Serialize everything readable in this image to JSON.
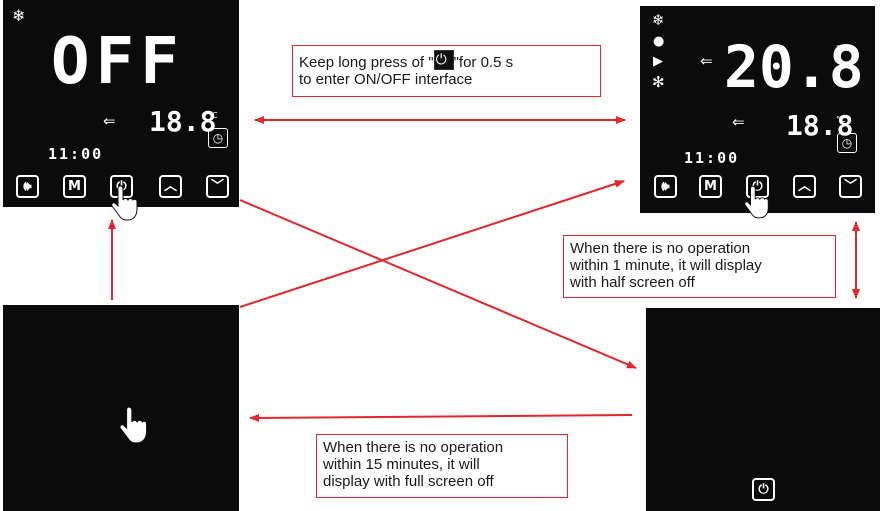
{
  "colors": {
    "arrow": "#e2262c",
    "panel": "#0b0b0b",
    "text_on_panel": "#ffffff"
  },
  "panel_off": {
    "big_text": "OFF",
    "room_temp": "18.8",
    "unit": "°C",
    "time": "11:00",
    "icons": [
      "snowflake-icon",
      "arrow-in-icon",
      "clock-icon",
      "speaker-icon",
      "power-icon",
      "hand-cursor-icon"
    ],
    "buttons": [
      "speaker-icon",
      "M",
      "power-icon",
      "chevron-up-icon",
      "chevron-down-icon"
    ]
  },
  "panel_on": {
    "set_temp": "20.8",
    "room_temp": "18.8",
    "unit": "°C",
    "time": "11:00",
    "icons": [
      "snowflake-icon",
      "circle-icon",
      "play-icon",
      "fan-icon",
      "arrow-in-icon",
      "clock-icon",
      "hand-cursor-icon"
    ],
    "buttons": [
      "speaker-icon",
      "M",
      "power-icon",
      "chevron-up-icon",
      "chevron-down-icon"
    ]
  },
  "panel_black": {
    "icons": [
      "hand-cursor-icon"
    ]
  },
  "panel_half_off": {
    "icons": [
      "power-icon"
    ]
  },
  "notes": {
    "long_press_before": "Keep long press of \"",
    "long_press_after": "\"for 0.5 s",
    "long_press_line2": "to enter ON/OFF interface",
    "one_minute": [
      "When there is no operation",
      "within 1 minute, it will display",
      "with half screen off"
    ],
    "fifteen_minutes": [
      "When there is no operation",
      "within 15 minutes, it will",
      "display with full screen off"
    ]
  }
}
